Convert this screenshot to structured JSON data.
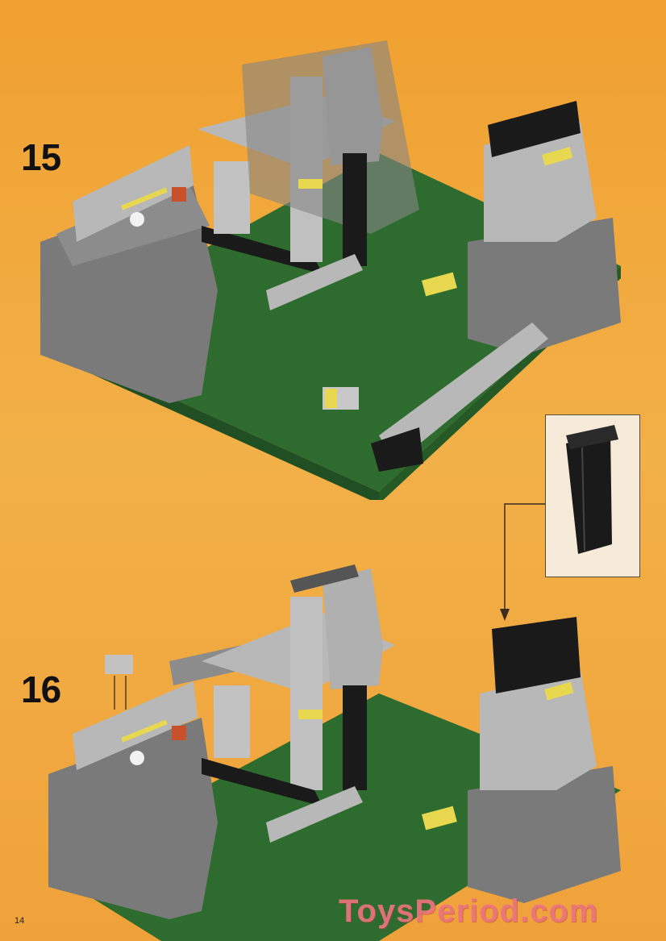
{
  "steps": [
    {
      "number": "15"
    },
    {
      "number": "16"
    }
  ],
  "page_number": "14",
  "watermark": "ToysPeriod.com",
  "colors": {
    "background": "#f0a030",
    "baseplate": "#2e6b2e",
    "stone_dark": "#7a7a7a",
    "stone_light": "#b8b8b8",
    "black_brick": "#1a1a1a",
    "yellow_tile": "#e8d850"
  }
}
